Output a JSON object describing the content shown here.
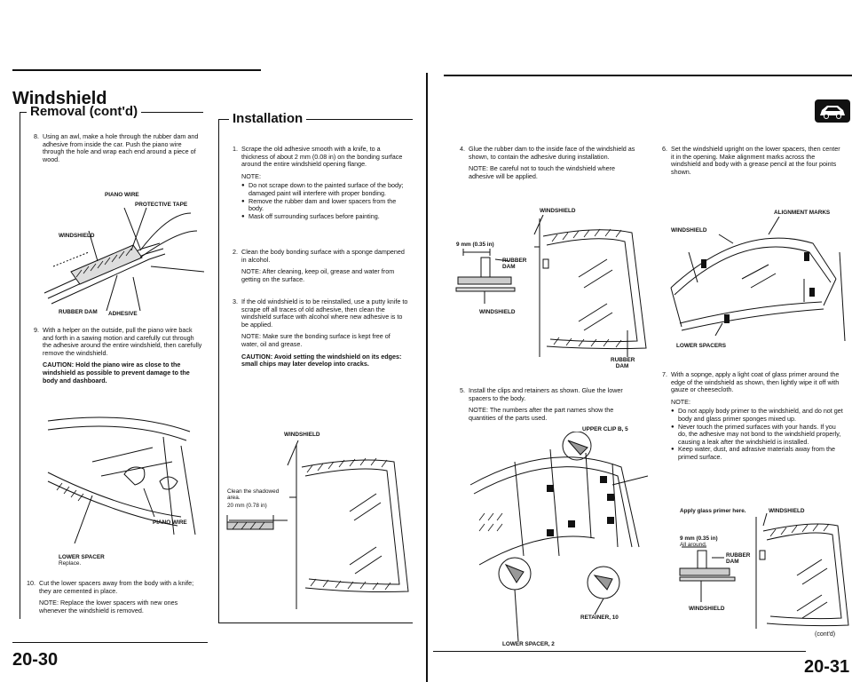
{
  "left_page": {
    "section_title": "Windshield",
    "removal_heading": "Removal (cont'd)",
    "step8": {
      "num": "8.",
      "text": "Using an awl, make a hole through the rubber dam and adhesive from inside the car. Push the piano wire through the hole and wrap each end around a piece of wood."
    },
    "fig1": {
      "piano_wire": "PIANO WIRE",
      "protective_tape": "PROTECTIVE TAPE",
      "windshield": "WINDSHIELD",
      "rubber_dam": "RUBBER DAM",
      "adhesive": "ADHESIVE"
    },
    "step9": {
      "num": "9.",
      "text": "With a helper on the outside, pull the piano wire back and forth in a sawing motion and carefully cut through the adhesive around the entire windshield, then carefully remove the windshield.",
      "caution": "CAUTION: Hold the piano wire as close to the windshield as possible to prevent damage to the body and dashboard."
    },
    "fig2": {
      "piano_wire": "PIANO WIRE",
      "lower_spacer": "LOWER SPACER",
      "replace": "Replace."
    },
    "step10": {
      "num": "10.",
      "text": "Cut the lower spacers away from the body with a knife; they are cemented in place.",
      "note": "NOTE: Replace the lower spacers with new ones whenever the windshield is removed."
    },
    "page_number": "20-30"
  },
  "installation": {
    "heading": "Installation",
    "step1": {
      "num": "1.",
      "text": "Scrape the old adhesive smooth with a knife, to a thickness of about 2 mm (0.08 in) on the bonding surface around the entire windshield opening flange.",
      "note_label": "NOTE:",
      "bullets": [
        "Do not scrape down to the painted surface of the body; damaged paint will interfere with proper bonding.",
        "Remove the rubber dam and lower spacers from the body.",
        "Mask off surrounding surfaces before painting."
      ]
    },
    "step2": {
      "num": "2.",
      "text": "Clean the body bonding surface with a sponge dampened in alcohol.",
      "note": "NOTE: After cleaning, keep oil, grease and water from getting on the surface."
    },
    "step3": {
      "num": "3.",
      "text": "If the old windshield is to be reinstalled, use a putty knife to scrape off all traces of old adhesive, then clean the windshield surface with alcohol where new adhesive is to be applied.",
      "note": "NOTE: Make sure the bonding surface is kept free of water, oil and grease.",
      "caution": "CAUTION: Avoid setting the windshield on its edges: small chips may later develop into cracks."
    },
    "fig3": {
      "windshield": "WINDSHIELD",
      "clean_area": "Clean the shadowed area.",
      "dimension": "20 mm (0.78 in)"
    }
  },
  "right_page": {
    "step4": {
      "num": "4.",
      "text": "Glue the rubber dam to the inside face of the windshield as shown, to contain the adhesive during installation.",
      "note": "NOTE: Be careful not to touch the windshield where adhesive will be applied."
    },
    "fig4": {
      "windshield_top": "WINDSHIELD",
      "dimension": "9 mm (0.35 in)",
      "rubber_dam": "RUBBER DAM",
      "windshield_bottom": "WINDSHIELD",
      "rubber_dam_bottom": "RUBBER DAM"
    },
    "step5": {
      "num": "5.",
      "text": "Install the clips and retainers as shown. Glue the lower spacers to the body.",
      "note": "NOTE: The numbers after the part names show the quantities of the parts used."
    },
    "fig5": {
      "upper_clip": "UPPER CLIP B, 5",
      "retainer": "RETAINER, 10",
      "lower_spacer": "LOWER SPACER, 2"
    },
    "step6": {
      "num": "6.",
      "text": "Set the windshield upright on the lower spacers, then center it in the opening. Make alignment marks across the windshield and body with a grease pencil at the four points shown."
    },
    "fig6": {
      "alignment_marks": "ALIGNMENT MARKS",
      "windshield": "WINDSHIELD",
      "lower_spacers": "LOWER SPACERS"
    },
    "step7": {
      "num": "7.",
      "text": "With a sopnge, apply a light coat of glass primer around the edge of the windshield as shown, then lightly wipe it off with gauze or cheesecloth.",
      "note_label": "NOTE:",
      "bullets": [
        "Do not apply body primer to the windshield, and do not get body and glass primer sponges mixed up.",
        "Never touch the primed surfaces with your hands. If you do, the adhesive may not bond to the windshield properly, causing a leak after the windshield is installed.",
        "Keep water, dust, and adrasive materials away from the primed surface."
      ]
    },
    "fig7": {
      "apply_primer": "Apply glass primer here.",
      "windshield_top": "WINDSHIELD",
      "dimension": "9 mm (0.35 in)",
      "all_around": "All around.",
      "rubber_dam": "RUBBER DAM",
      "windshield_bottom": "WINDSHIELD"
    },
    "contd": "(cont'd)",
    "page_number": "20-31"
  }
}
